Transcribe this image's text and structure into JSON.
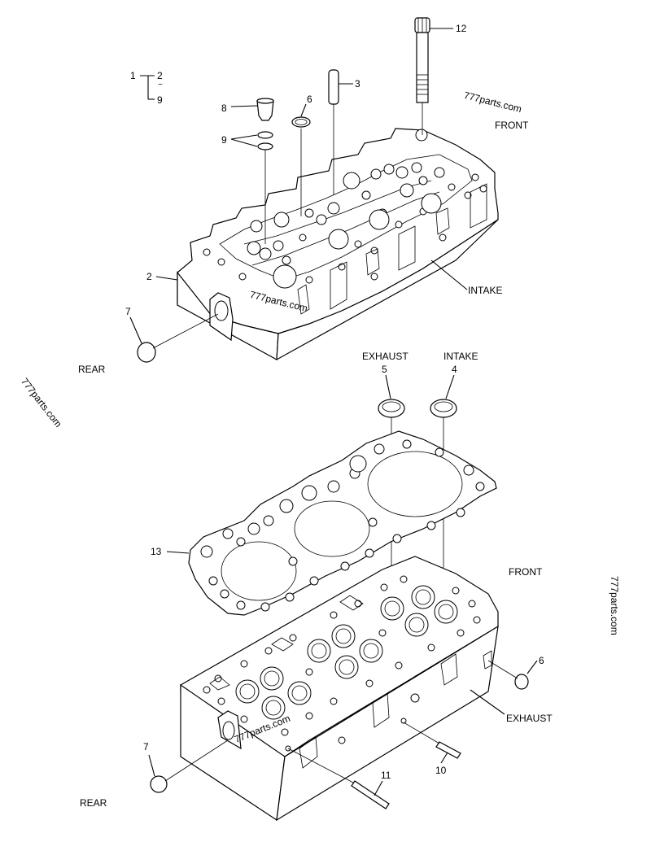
{
  "callouts": {
    "c1": "1",
    "c2_top": "2",
    "c_tilde": "~",
    "c9_top": "9",
    "c2": "2",
    "c3": "3",
    "c4": "4",
    "c5": "5",
    "c6_top": "6",
    "c6_bottom": "6",
    "c7_top": "7",
    "c7_bottom": "7",
    "c8": "8",
    "c9": "9",
    "c10": "10",
    "c11": "11",
    "c12": "12",
    "c13": "13"
  },
  "labels": {
    "front_top": "FRONT",
    "front_bottom": "FRONT",
    "intake_top": "INTAKE",
    "intake_mid": "INTAKE",
    "exhaust_mid": "EXHAUST",
    "exhaust_bottom": "EXHAUST",
    "rear_top": "REAR",
    "rear_bottom": "REAR"
  },
  "watermarks": {
    "w1": "777parts.com",
    "w2": "777parts.com",
    "w3": "777parts.com",
    "w4": "777parts.com",
    "w5": "777parts.com"
  }
}
